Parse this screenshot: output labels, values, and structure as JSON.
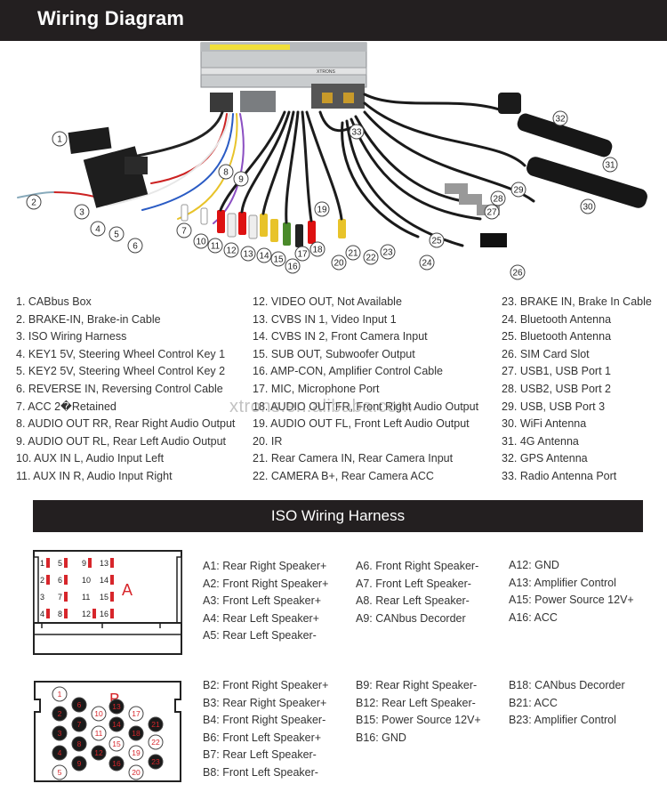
{
  "header": {
    "title": "Wiring Diagram"
  },
  "photo": {
    "callouts": [
      "1",
      "2",
      "3",
      "4",
      "5",
      "6",
      "7",
      "8",
      "9",
      "10",
      "11",
      "12",
      "13",
      "14",
      "15",
      "16",
      "17",
      "18",
      "19",
      "20",
      "21",
      "22",
      "23",
      "24",
      "25",
      "26",
      "27",
      "28",
      "29",
      "30",
      "31",
      "32",
      "33"
    ],
    "brand_text": "XTRONS"
  },
  "parts": {
    "col1": [
      "1. CABbus Box",
      "2. BRAKE-IN, Brake-in Cable",
      "3. ISO Wiring Harness",
      "4. KEY1 5V, Steering Wheel Control Key 1",
      "5. KEY2 5V, Steering Wheel Control Key 2",
      "6. REVERSE IN, Reversing Control Cable",
      "7. ACC 2�Retained",
      "8. AUDIO OUT RR, Rear Right Audio Output",
      "9. AUDIO OUT RL, Rear Left Audio Output",
      "10. AUX IN L, Audio Input Left",
      "11. AUX IN R, Audio Input Right"
    ],
    "col2": [
      "12. VIDEO OUT, Not Available",
      "13. CVBS IN 1, Video Input 1",
      "14. CVBS IN 2, Front Camera Input",
      "15. SUB OUT, Subwoofer Output",
      "16. AMP-CON, Amplifier Control Cable",
      "17. MIC, Microphone Port",
      "18. AUDIO OUT FR, Front Right Audio Output",
      "19. AUDIO OUT FL, Front Left Audio Output",
      "20. IR",
      "21. Rear Camera IN, Rear Camera Input",
      "22. CAMERA B+, Rear Camera ACC"
    ],
    "col3": [
      "23. BRAKE IN, Brake In Cable",
      "24. Bluetooth Antenna",
      "25. Bluetooth Antenna",
      "26. SIM Card Slot",
      "27. USB1, USB Port 1",
      "28. USB2, USB Port 2",
      "29. USB, USB Port 3",
      "30. WiFi Antenna",
      "31. 4G Antenna",
      "32. GPS Antenna",
      "33. Radio Antenna Port"
    ]
  },
  "watermark": "xtrons.en.alibaba.com",
  "iso_section": {
    "title": "ISO Wiring Harness"
  },
  "connector_a": {
    "label": "A",
    "rows": [
      [
        "1",
        "5",
        "9",
        "13"
      ],
      [
        "2",
        "6",
        "10",
        "14"
      ],
      [
        "3",
        "7",
        "11",
        "15"
      ],
      [
        "4",
        "8",
        "12",
        "16"
      ]
    ],
    "red_pins": [
      "1",
      "2",
      "4",
      "5",
      "6",
      "7",
      "8",
      "9",
      "12",
      "13",
      "14",
      "15",
      "16"
    ]
  },
  "connector_b": {
    "label": "B",
    "pins": [
      {
        "n": "1",
        "filled": false
      },
      {
        "n": "2",
        "filled": true
      },
      {
        "n": "3",
        "filled": true
      },
      {
        "n": "4",
        "filled": true
      },
      {
        "n": "5",
        "filled": false
      },
      {
        "n": "6",
        "filled": true
      },
      {
        "n": "7",
        "filled": true
      },
      {
        "n": "8",
        "filled": true
      },
      {
        "n": "9",
        "filled": true
      },
      {
        "n": "10",
        "filled": false
      },
      {
        "n": "11",
        "filled": false
      },
      {
        "n": "12",
        "filled": true
      },
      {
        "n": "13",
        "filled": true
      },
      {
        "n": "14",
        "filled": true
      },
      {
        "n": "15",
        "filled": false
      },
      {
        "n": "16",
        "filled": true
      },
      {
        "n": "17",
        "filled": false
      },
      {
        "n": "18",
        "filled": true
      },
      {
        "n": "19",
        "filled": false
      },
      {
        "n": "20",
        "filled": false
      },
      {
        "n": "21",
        "filled": true
      },
      {
        "n": "22",
        "filled": false
      },
      {
        "n": "23",
        "filled": true
      }
    ]
  },
  "pins_a": {
    "col1": [
      "A1: Rear Right Speaker+",
      "A2: Front Right Speaker+",
      "A3: Front Left Speaker+",
      "A4: Rear Left Speaker+",
      "A5: Rear Left Speaker-"
    ],
    "col2": [
      "A6. Front Right Speaker-",
      "A7. Front Left Speaker-",
      "A8. Rear Left Speaker-",
      "A9: CANbus Decorder"
    ],
    "col3": [
      "A12: GND",
      "A13: Amplifier Control",
      "A15: Power Source 12V+",
      "A16: ACC"
    ]
  },
  "pins_b": {
    "col1": [
      "B2: Front Right Speaker+",
      "B3: Rear Right Speaker+",
      "B4: Front Right Speaker-",
      "B6: Front Left Speaker+",
      "B7: Rear Left Speaker-",
      "B8: Front Left Speaker-"
    ],
    "col2": [
      "B9: Rear Right Speaker-",
      "B12: Rear Left Speaker-",
      "B15: Power Source 12V+",
      "B16: GND"
    ],
    "col3": [
      "B18: CANbus Decorder",
      "B21: ACC",
      "B23: Amplifier Control"
    ]
  },
  "colors": {
    "dark_bar": "#231f20",
    "pin_red": "#d7262b",
    "pin_black": "#1a1a1a"
  }
}
